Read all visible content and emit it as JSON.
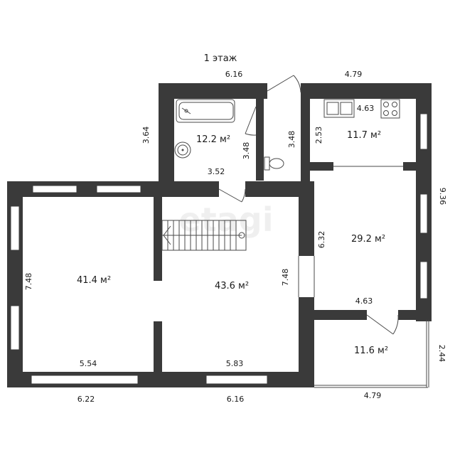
{
  "floor": {
    "title": "1 этаж"
  },
  "rooms": [
    {
      "id": "bathroom",
      "area": "12.2 м²"
    },
    {
      "id": "kitchen",
      "area": "11.7 м²"
    },
    {
      "id": "living-left",
      "area": "41.4 м²"
    },
    {
      "id": "living-center",
      "area": "43.6 м²"
    },
    {
      "id": "room-right",
      "area": "29.2 м²"
    },
    {
      "id": "terrace",
      "area": "11.6 м²"
    }
  ],
  "dimensions": {
    "top_bathroom_width": "6.16",
    "top_kitchen_width": "4.79",
    "bathroom_outer_height": "3.64",
    "bathroom_inner_height": "3.48",
    "wc_height": "3.48",
    "bathroom_inner_width": "3.52",
    "kitchen_inner_width": "4.63",
    "kitchen_height": "2.53",
    "right_total_height": "9.36",
    "right_room_height": "6.32",
    "center_height": "7.48",
    "left_height": "7.48",
    "right_room_width": "4.63",
    "terrace_height": "2.44",
    "left_inner_width": "5.54",
    "center_inner_width": "5.83",
    "left_outer_width": "6.22",
    "center_outer_width": "6.16",
    "terrace_width": "4.79"
  },
  "watermark": "etagi",
  "icons": [
    "bathtub-icon",
    "sink-icon",
    "toilet-icon",
    "kitchen-sink-icon",
    "stove-icon",
    "staircase-icon",
    "door-swing-icon"
  ]
}
